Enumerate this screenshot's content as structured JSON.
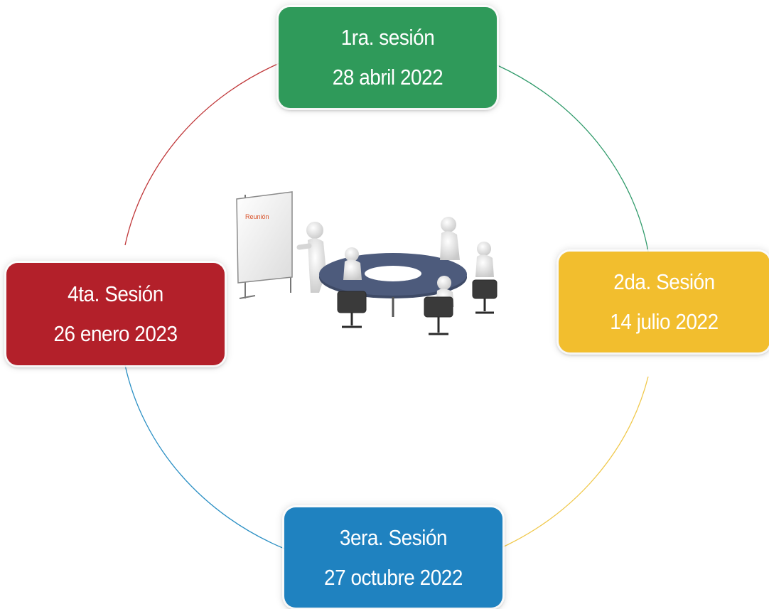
{
  "sessions": [
    {
      "title": "1ra. sesión",
      "date": "28 abril 2022",
      "color": "#2f9a5a"
    },
    {
      "title": "2da. Sesión",
      "date": "14 julio 2022",
      "color": "#f2be2e"
    },
    {
      "title": "3era. Sesión",
      "date": "27 octubre 2022",
      "color": "#1f82c0"
    },
    {
      "title": "4ta. Sesión",
      "date": "26 enero 2023",
      "color": "#b3202a"
    }
  ],
  "illustration": {
    "board_label": "Reunión",
    "icon": "meeting-table-icon"
  },
  "ring_colors": {
    "top_right": "#2f9a6a",
    "bottom_right": "#f0c84a",
    "bottom_left": "#2a8fc4",
    "top_left": "#c0383a"
  }
}
